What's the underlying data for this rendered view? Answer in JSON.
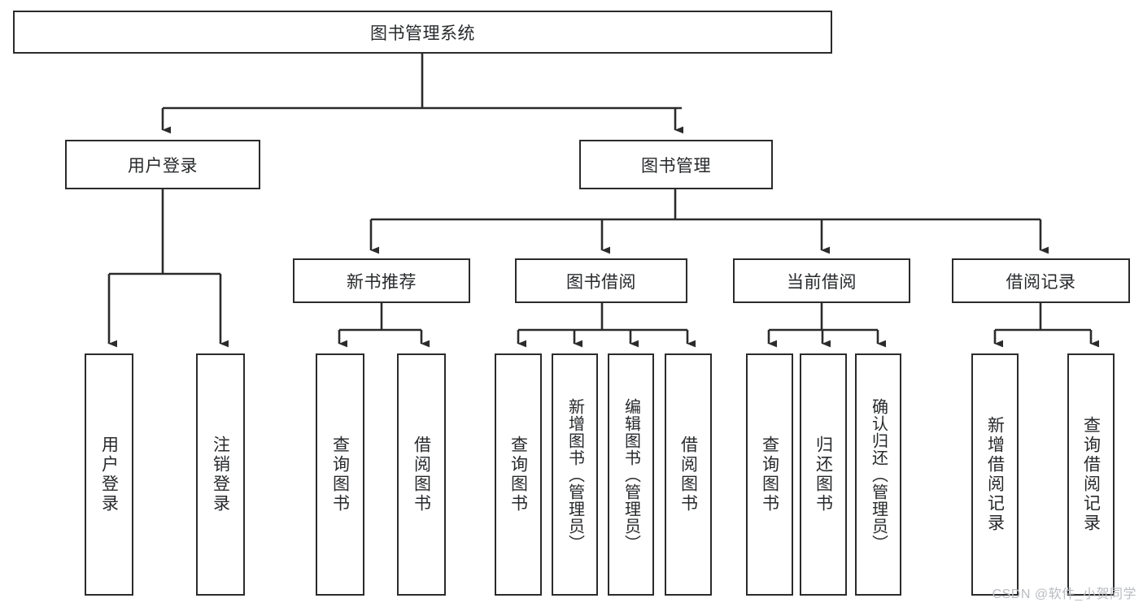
{
  "diagram": {
    "type": "tree-flowchart",
    "title": "图书管理系统",
    "colors": {
      "box_border": "#2b2b2b",
      "box_fill": "#ffffff",
      "connector": "#2b2b2b",
      "text": "#27292b",
      "watermark": "#b9bcc0",
      "background": "#ffffff"
    },
    "root": {
      "label": "图书管理系统",
      "level": 0
    },
    "level1": [
      {
        "label": "用户登录"
      },
      {
        "label": "图书管理"
      }
    ],
    "level2": [
      {
        "label": "新书推荐"
      },
      {
        "label": "图书借阅"
      },
      {
        "label": "当前借阅"
      },
      {
        "label": "借阅记录"
      }
    ],
    "leaves": {
      "user_login": [
        {
          "label": "用户登录"
        },
        {
          "label": "注销登录"
        }
      ],
      "new_book_recommend": [
        {
          "label": "查询图书"
        },
        {
          "label": "借阅图书"
        }
      ],
      "book_borrow": [
        {
          "label": "查询图书"
        },
        {
          "label": "新增图书（管理员）"
        },
        {
          "label": "编辑图书（管理员）"
        },
        {
          "label": "借阅图书"
        }
      ],
      "current_borrow": [
        {
          "label": "查询图书"
        },
        {
          "label": "归还图书"
        },
        {
          "label": "确认归还（管理员）"
        }
      ],
      "borrow_record": [
        {
          "label": "新增借阅记录"
        },
        {
          "label": "查询借阅记录"
        }
      ]
    }
  },
  "watermark": {
    "text": "CSDN @软件_小贺同学"
  }
}
